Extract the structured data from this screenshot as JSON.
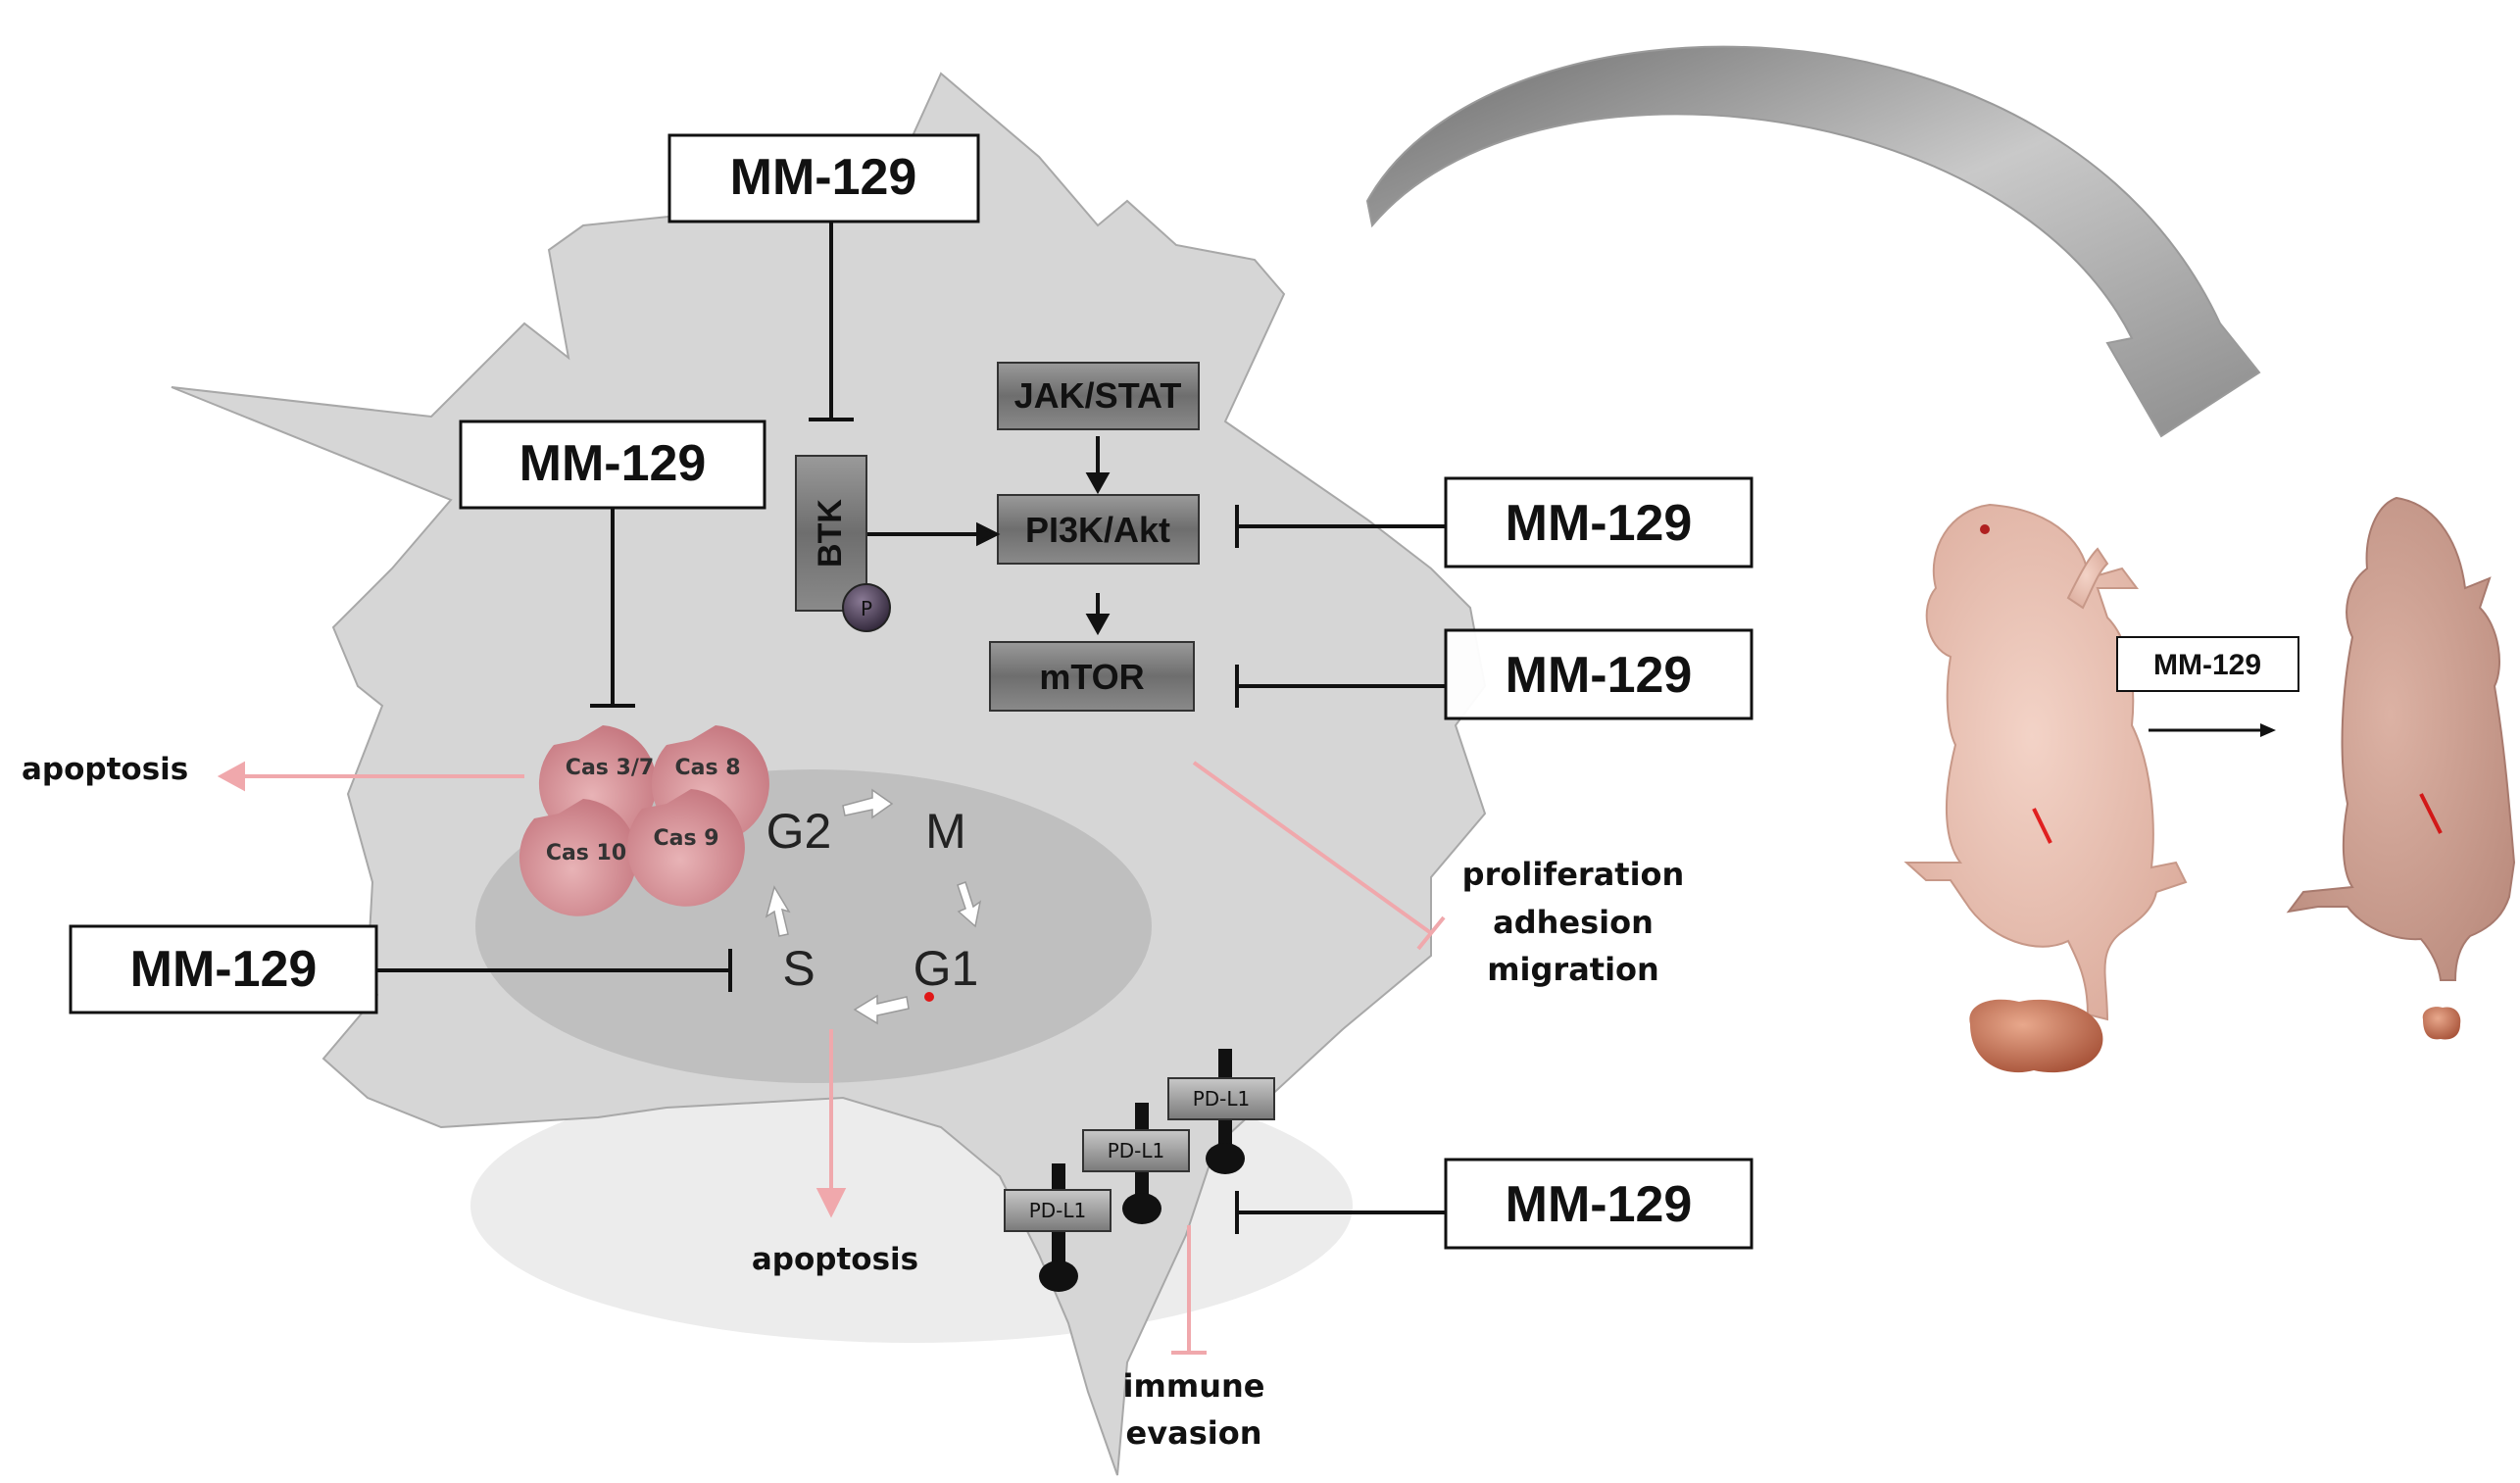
{
  "drug": "MM-129",
  "pathways": {
    "jak_stat": "JAK/STAT",
    "pi3k_akt": "PI3K/Akt",
    "mtor": "mTOR",
    "btk": "BTK",
    "phospho": "P"
  },
  "caspases": [
    "Cas 3/7",
    "Cas 8",
    "Cas 10",
    "Cas 9"
  ],
  "cell_cycle": {
    "g2": "G2",
    "m": "M",
    "g1": "G1",
    "s": "S"
  },
  "receptor": "PD-L1",
  "outcomes": {
    "apoptosis_left": "apoptosis",
    "apoptosis_bottom": "apoptosis",
    "proliferation": "proliferation",
    "adhesion": "adhesion",
    "migration": "migration",
    "immune": "immune",
    "evasion": "evasion"
  },
  "mouse_treatment_label": "MM-129",
  "colors": {
    "cell": "#d6d6d6",
    "nucleus": "#bdbdbd",
    "inhibition_pink": "#f0a8ac",
    "box_dark": "#7a7a7a",
    "caspase": "#d98d93"
  }
}
